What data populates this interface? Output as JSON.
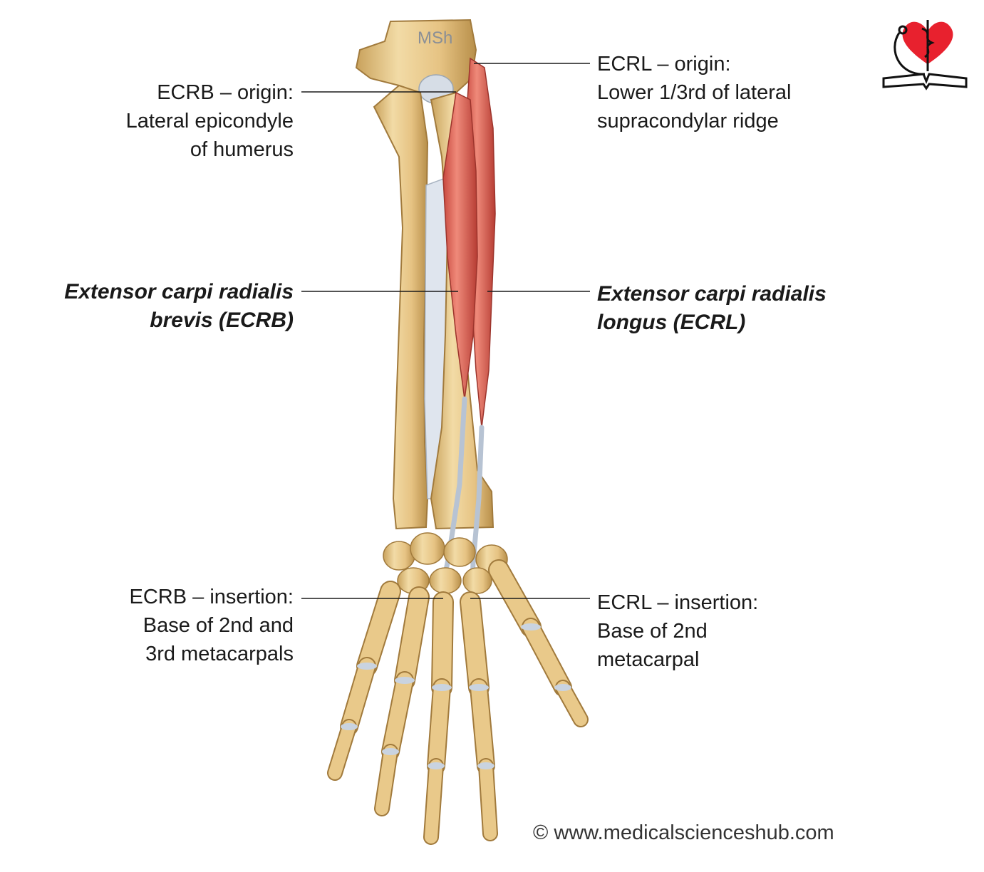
{
  "watermark": "MSh",
  "labels": {
    "ecrb_origin": [
      "ECRB – origin:",
      "Lateral epicondyle",
      "of humerus"
    ],
    "ecrl_origin": [
      "ECRL – origin:",
      "Lower 1/3rd of lateral",
      "supracondylar ridge"
    ],
    "ecrb_name": [
      "Extensor carpi radialis",
      "brevis (ECRB)"
    ],
    "ecrl_name": [
      "Extensor carpi radialis",
      "longus (ECRL)"
    ],
    "ecrb_insertion": [
      "ECRB – insertion:",
      "Base of 2nd and",
      "3rd metacarpals"
    ],
    "ecrl_insertion": [
      "ECRL – insertion:",
      "Base of 2nd",
      "metacarpal"
    ]
  },
  "copyright": "© www.medicalscienceshub.com",
  "colors": {
    "bone": "#e9c98a",
    "bone_shadow": "#c9a25c",
    "muscle": "#e06a5c",
    "muscle_dark": "#b8463c",
    "tendon": "#c9d3e0",
    "membrane": "#dfe5ee",
    "logo_heart": "#e8212e"
  }
}
